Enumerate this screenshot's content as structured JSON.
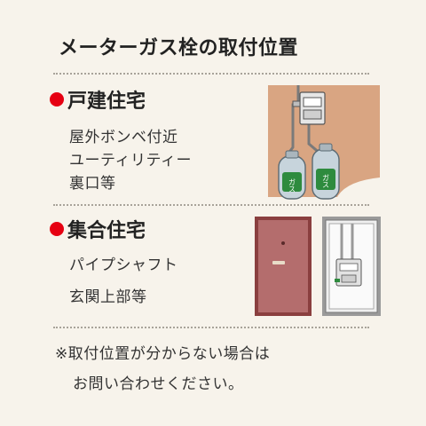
{
  "title": "メーターガス栓の取付位置",
  "detached": {
    "heading": "戸建住宅",
    "lines": [
      "屋外ボンベ付近",
      "ユーティリティー",
      "裏口等"
    ]
  },
  "collective": {
    "heading": "集合住宅",
    "lines": [
      "パイプシャフト",
      "玄関上部等"
    ]
  },
  "note": {
    "lines": [
      "※取付位置が分からない場合は",
      "お問い合わせください。"
    ]
  },
  "illustrations": {
    "cylinder_label": "ガス"
  },
  "colors": {
    "background": "#f7f3eb",
    "bullet": "#e60012",
    "wall": "#d9a582",
    "cylinder": "#c7d4dc",
    "cylinder_band": "#2e8b3e",
    "door": "#b46d6d",
    "door_frame": "#8a3f3f"
  }
}
